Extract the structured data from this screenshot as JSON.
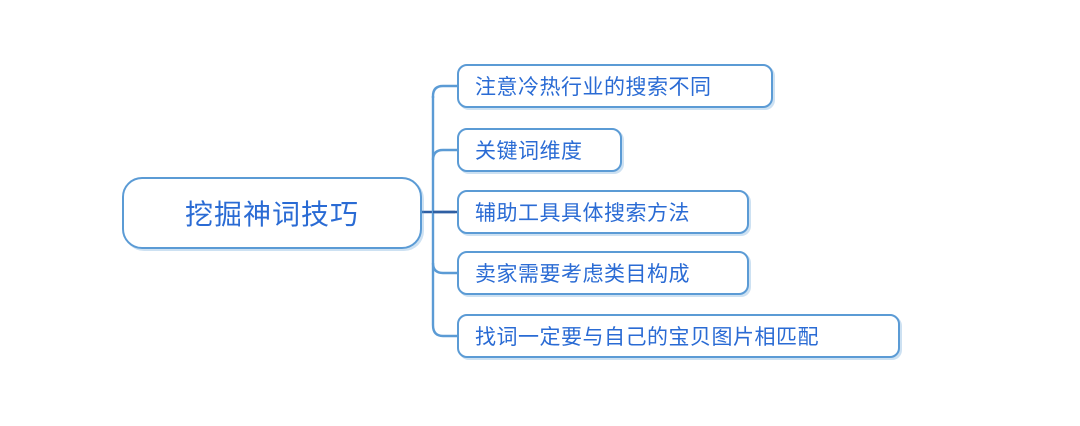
{
  "diagram": {
    "type": "mind-map",
    "title": "挖掘神词技巧",
    "orientation": "left-to-right",
    "colors": {
      "node_border": "#5B9BD5",
      "node_text": "#2A6BD4",
      "connector_trunk": "#5B9BD5",
      "connector_root": "#2E5FA3",
      "background": "#FFFFFF"
    },
    "root": {
      "label": "挖掘神词技巧"
    },
    "branches": [
      {
        "label": "注意冷热行业的搜索不同"
      },
      {
        "label": "关键词维度"
      },
      {
        "label": "辅助工具具体搜索方法"
      },
      {
        "label": "卖家需要考虑类目构成"
      },
      {
        "label": "找词一定要与自己的宝贝图片相匹配"
      }
    ]
  }
}
